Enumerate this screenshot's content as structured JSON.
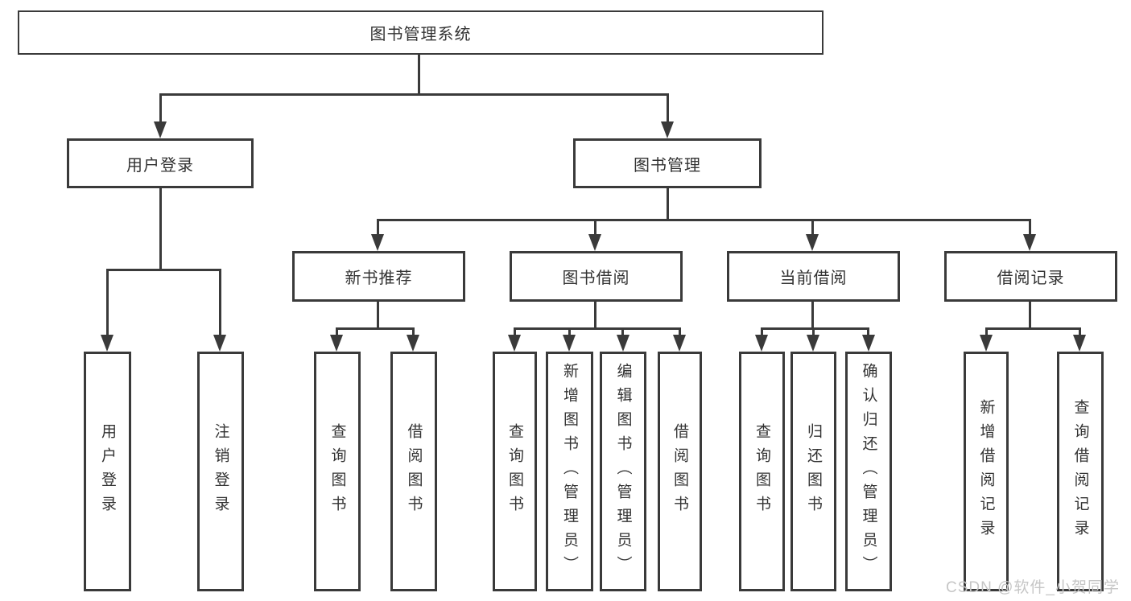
{
  "diagram": {
    "root": {
      "label": "图书管理系统"
    },
    "level1": [
      {
        "label": "用户登录"
      },
      {
        "label": "图书管理"
      }
    ],
    "level2": [
      {
        "label": "新书推荐"
      },
      {
        "label": "图书借阅"
      },
      {
        "label": "当前借阅"
      },
      {
        "label": "借阅记录"
      }
    ],
    "leaves": {
      "login": [
        "用户登录",
        "注销登录"
      ],
      "new_books": [
        "查询图书",
        "借阅图书"
      ],
      "borrow": [
        "查询图书",
        "新增图书（管理员）",
        "编辑图书（管理员）",
        "借阅图书"
      ],
      "current": [
        "查询图书",
        "归还图书",
        "确认归还（管理员）"
      ],
      "records": [
        "新增借阅记录",
        "查询借阅记录"
      ]
    }
  },
  "watermark": {
    "text": "CSDN @软件_小贺同学"
  },
  "colors": {
    "line": "#3a3a3a",
    "text": "#333333",
    "watermark": "#c6c6c6"
  }
}
